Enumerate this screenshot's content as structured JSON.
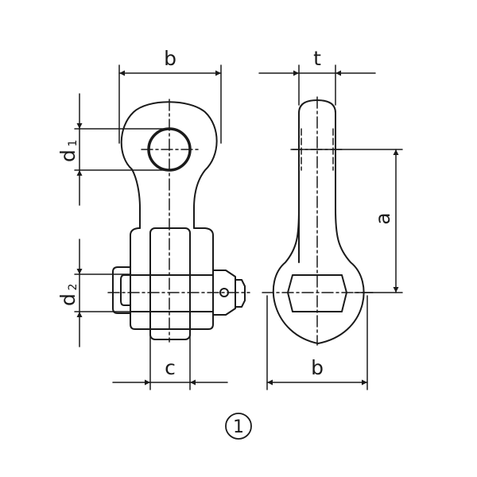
{
  "labels": {
    "b_top": "b",
    "t": "t",
    "d1_base": "d",
    "d1_sub": "1",
    "d2_base": "d",
    "d2_sub": "2",
    "a": "a",
    "c": "c",
    "b_bottom": "b",
    "figure_number": "1"
  },
  "colors": {
    "line": "#1a1a1a",
    "background": "#ffffff"
  }
}
